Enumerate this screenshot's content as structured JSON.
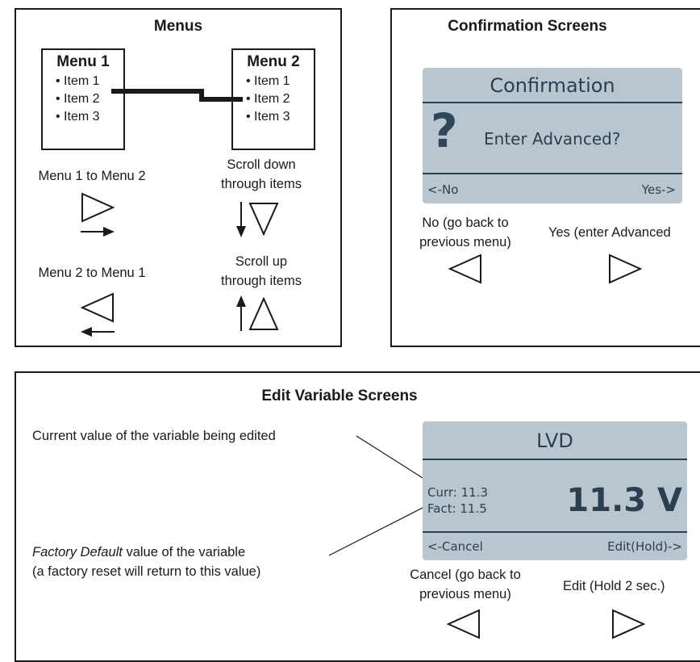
{
  "menus_panel": {
    "title": "Menus",
    "menu1": {
      "title": "Menu 1",
      "items": [
        "Item 1",
        "Item 2",
        "Item 3"
      ]
    },
    "menu2": {
      "title": "Menu 2",
      "items": [
        "Item 1",
        "Item 2",
        "Item 3"
      ]
    },
    "menu1_to_menu2": "Menu 1 to Menu 2",
    "menu2_to_menu1": "Menu 2 to Menu 1",
    "scroll_down_line1": "Scroll down",
    "scroll_down_line2": "through items",
    "scroll_up_line1": "Scroll up",
    "scroll_up_line2": "through items"
  },
  "confirmation_panel": {
    "title": "Confirmation Screens",
    "lcd": {
      "header": "Confirmation",
      "question_mark": "?",
      "prompt": "Enter Advanced?",
      "left_softkey": "<-No",
      "right_softkey": "Yes->"
    },
    "no_label_line1": "No (go back to",
    "no_label_line2": "previous menu)",
    "yes_label": "Yes (enter Advanced"
  },
  "edit_panel": {
    "title": "Edit Variable Screens",
    "current_value_desc": "Current value of the variable being edited",
    "factory_desc_italic": "Factory Default",
    "factory_desc_rest": " value of the variable",
    "factory_desc_line2": "(a factory reset will return to this value)",
    "lcd": {
      "header": "LVD",
      "curr": "Curr: 11.3",
      "fact": "Fact: 11.5",
      "big_value": "11.3 V",
      "left_softkey": "<-Cancel",
      "right_softkey": "Edit(Hold)->"
    },
    "cancel_label_line1": "Cancel (go back to",
    "cancel_label_line2": "previous menu)",
    "edit_label": "Edit (Hold 2 sec.)"
  },
  "colors": {
    "lcd_background": "#b9c6cf",
    "lcd_text": "#2b3f52",
    "border": "#1a1a1a"
  },
  "icons": [
    "right-triangle-icon",
    "left-triangle-icon",
    "down-triangle-icon",
    "up-triangle-icon",
    "right-arrow-icon",
    "left-arrow-icon",
    "down-arrow-icon",
    "up-arrow-icon"
  ]
}
